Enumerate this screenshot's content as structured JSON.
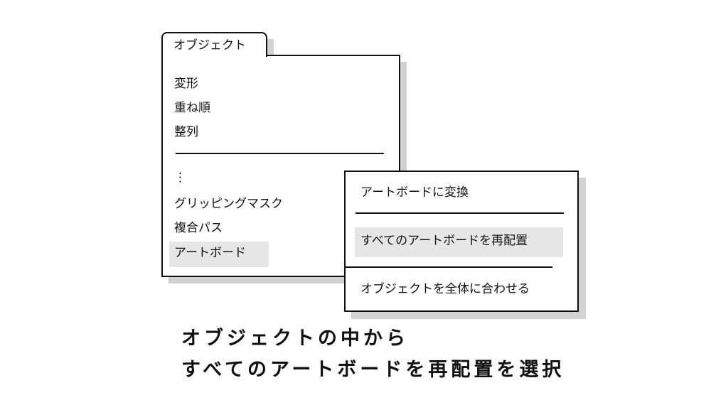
{
  "object_menu": {
    "tab_label": "オブジェクト",
    "items": [
      "変形",
      "重ね順",
      "整列"
    ],
    "ellipsis": "⋮",
    "items_lower": [
      "グリッピングマスク",
      "複合パス",
      "アートボード"
    ]
  },
  "artboard_submenu": {
    "items": [
      "アートボードに変換",
      "すべてのアートボードを再配置",
      "オブジェクトを全体に合わせる"
    ]
  },
  "caption": {
    "line1": "オブジェクトの中から",
    "line2": "すべてのアートボードを再配置を選択"
  }
}
